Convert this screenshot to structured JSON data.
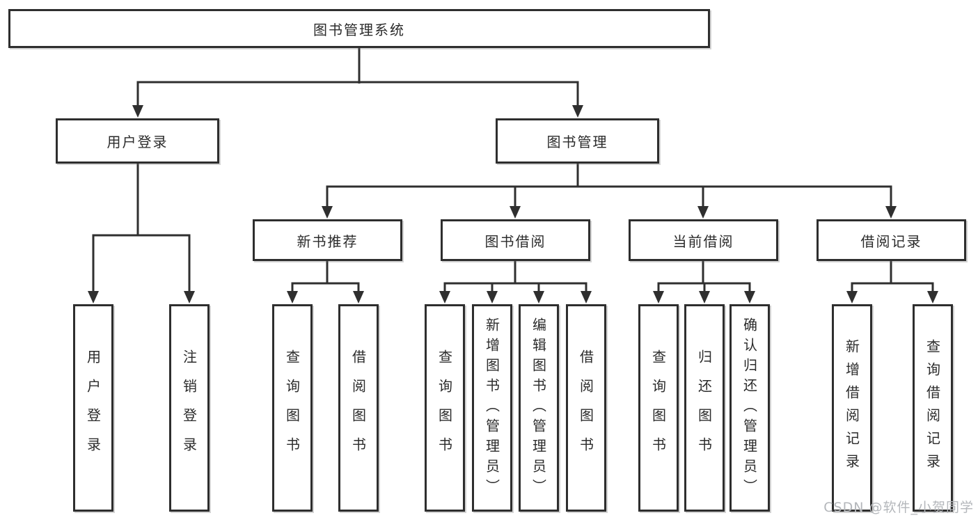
{
  "tree": {
    "root": {
      "label": "图书管理系统",
      "children": [
        {
          "label": "用户登录",
          "children": [
            {
              "label": "用户登录"
            },
            {
              "label": "注销登录"
            }
          ]
        },
        {
          "label": "图书管理",
          "children": [
            {
              "label": "新书推荐",
              "children": [
                {
                  "label": "查询图书"
                },
                {
                  "label": "借阅图书"
                }
              ]
            },
            {
              "label": "图书借阅",
              "children": [
                {
                  "label": "查询图书"
                },
                {
                  "label": "新增图书（管理员）"
                },
                {
                  "label": "编辑图书（管理员）"
                },
                {
                  "label": "借阅图书"
                }
              ]
            },
            {
              "label": "当前借阅",
              "children": [
                {
                  "label": "查询图书"
                },
                {
                  "label": "归还图书"
                },
                {
                  "label": "确认归还（管理员）"
                }
              ]
            },
            {
              "label": "借阅记录",
              "children": [
                {
                  "label": "新增借阅记录"
                },
                {
                  "label": "查询借阅记录"
                }
              ]
            }
          ]
        }
      ]
    }
  },
  "watermark": {
    "text": "CSDN @软件_小贺同学"
  },
  "colors": {
    "background": "#ffffff",
    "box_border": "#2e2e2e",
    "connector_line": "#2f2f2f",
    "text": "#2b2b2b",
    "watermark_text": "#b4b7bb"
  }
}
